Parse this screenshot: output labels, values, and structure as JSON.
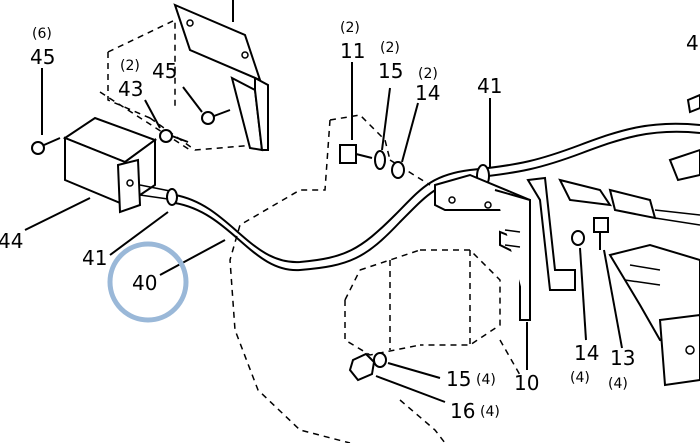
{
  "callouts": [
    {
      "id": "c45a",
      "number": "45",
      "qty": "(6)"
    },
    {
      "id": "c43",
      "number": "43",
      "qty": "(2)"
    },
    {
      "id": "c45b",
      "number": "45",
      "qty": ""
    },
    {
      "id": "c11",
      "number": "11",
      "qty": "(2)"
    },
    {
      "id": "c15a",
      "number": "15",
      "qty": "(2)"
    },
    {
      "id": "c14a",
      "number": "14",
      "qty": "(2)"
    },
    {
      "id": "c41a",
      "number": "41",
      "qty": ""
    },
    {
      "id": "c44",
      "number": "44",
      "qty": ""
    },
    {
      "id": "c41b",
      "number": "41",
      "qty": ""
    },
    {
      "id": "c40",
      "number": "40",
      "qty": ""
    },
    {
      "id": "c10",
      "number": "10",
      "qty": ""
    },
    {
      "id": "c14b",
      "number": "14",
      "qty": "(4)"
    },
    {
      "id": "c13",
      "number": "13",
      "qty": "(4)"
    },
    {
      "id": "c15b",
      "number": "15",
      "qty": "(4)"
    },
    {
      "id": "c16",
      "number": "16",
      "qty": "(4)"
    },
    {
      "id": "c4",
      "number": "4",
      "qty": ""
    }
  ],
  "highlight": {
    "target": "40",
    "color": "#9ab8d8"
  }
}
